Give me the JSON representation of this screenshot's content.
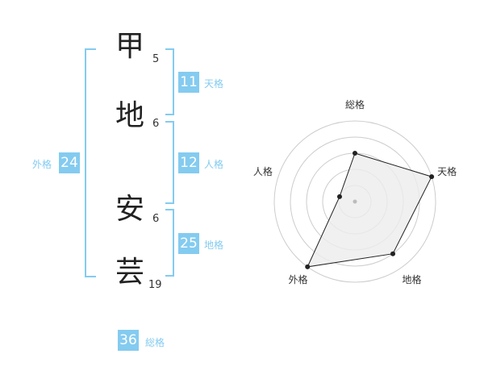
{
  "name": {
    "chars": [
      {
        "char": "甲",
        "strokes": "5"
      },
      {
        "char": "地",
        "strokes": "6"
      },
      {
        "char": "安",
        "strokes": "6"
      },
      {
        "char": "芸",
        "strokes": "19"
      }
    ]
  },
  "fortune": {
    "tenkaku": {
      "value": "11",
      "label": "天格"
    },
    "jinkaku": {
      "value": "12",
      "label": "人格"
    },
    "chikaku": {
      "value": "25",
      "label": "地格"
    },
    "gaikaku": {
      "value": "24",
      "label": "外格"
    },
    "soukaku": {
      "value": "36",
      "label": "総格"
    }
  },
  "colors": {
    "accent": "#84cbf0",
    "radar_fill": "#ececec",
    "ring": "#cccccc"
  },
  "chart_data": {
    "type": "radar",
    "axes": [
      "総格",
      "天格",
      "地格",
      "外格",
      "人格"
    ],
    "ring_count": 5,
    "values": [
      3,
      5,
      4,
      5,
      1
    ],
    "max": 5
  }
}
